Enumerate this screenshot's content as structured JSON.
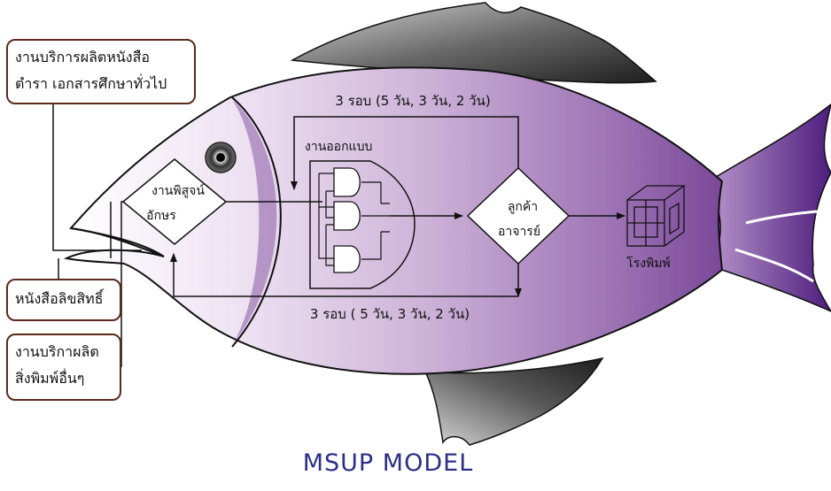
{
  "boxes": {
    "services_books": [
      "งานบริการผลิตหนังสือ",
      "ตำรา เอกสารศึกษาทั่วไป"
    ],
    "copyright": "หนังสือลิขสิทธิ์",
    "other_prints": [
      "งานบริกาผลิต",
      "สิ่งพิมพ์อื่นๆ"
    ]
  },
  "nodes": {
    "proofread": [
      "งานพิสูจน์",
      "อักษร"
    ],
    "design": "งานออกแบบ",
    "customer": [
      "ลูกค้า",
      "อาจารย์"
    ],
    "printing_house": "โรงพิมพ์"
  },
  "loops": {
    "top": "3 รอบ  (5 วัน, 3 วัน, 2 วัน)",
    "bottom": "3 รอบ  ( 5 วัน, 3 วัน, 2 วัน)"
  },
  "title": "MSUP MODEL",
  "colors": {
    "body_purple": "#b58fc4",
    "fin_purple": "#5e2a8a",
    "fin_gray": "#3a3a3a",
    "box_border": "#5a2a1a",
    "title_blue": "#2d2f86"
  }
}
